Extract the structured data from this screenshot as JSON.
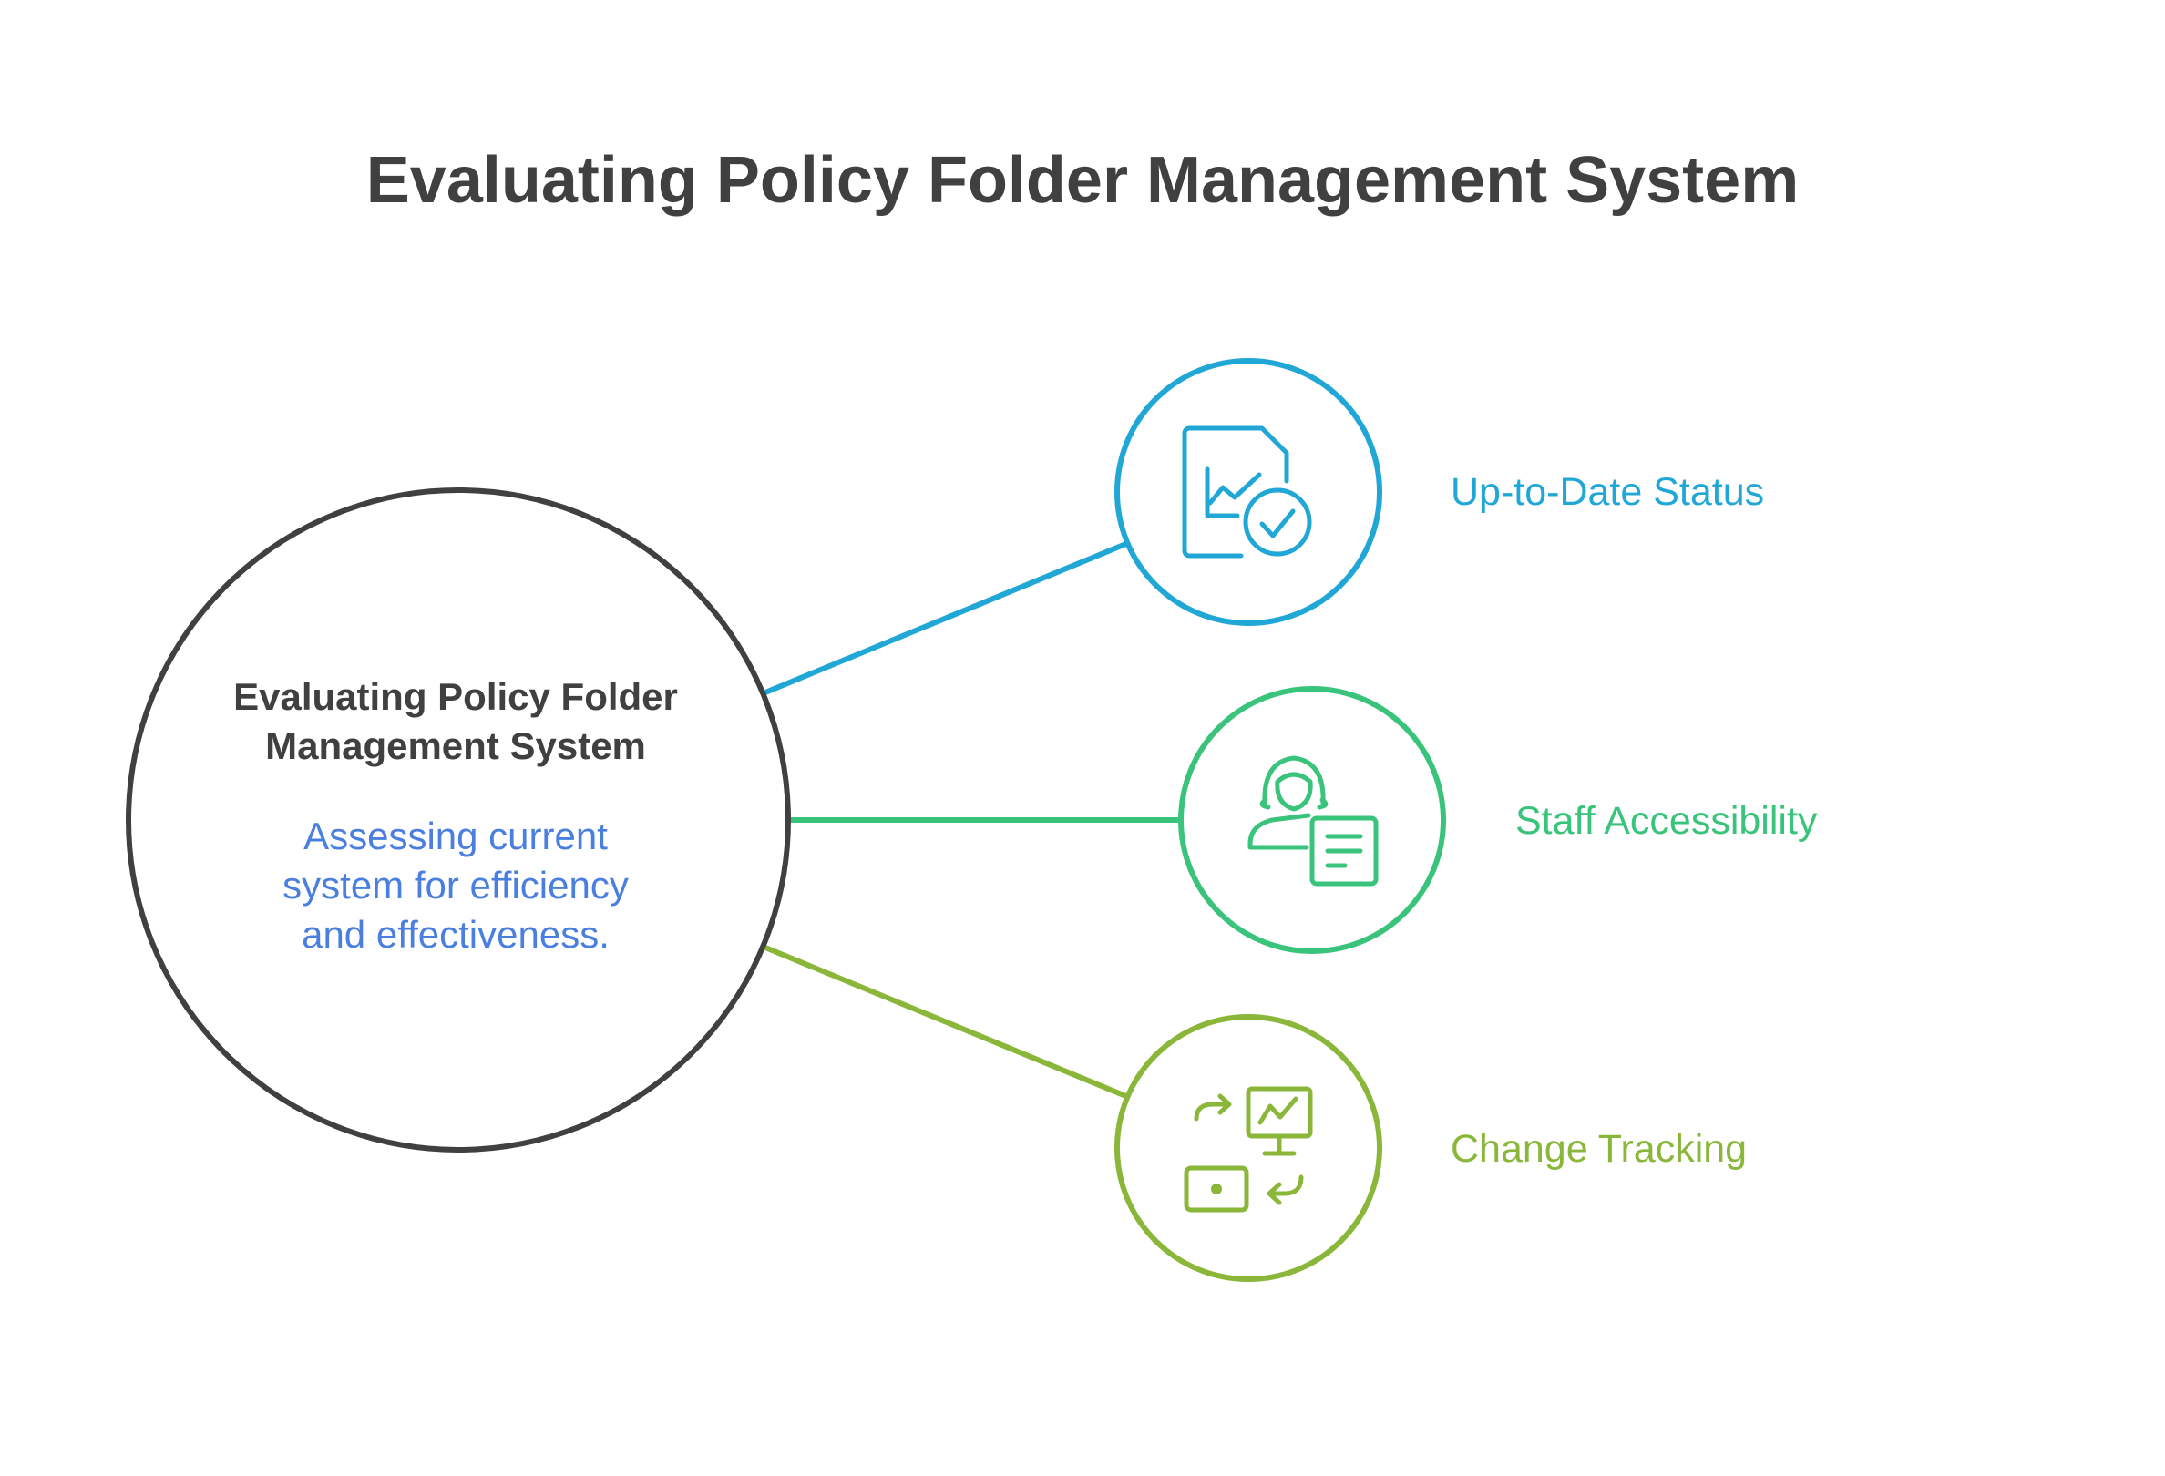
{
  "title": "Evaluating Policy Folder Management System",
  "center": {
    "title_lines": [
      "Evaluating Policy Folder",
      "Management System"
    ],
    "description_lines": [
      "Assessing current",
      "system for efficiency",
      "and effectiveness."
    ],
    "title_color": "#404040",
    "description_color": "#4a7fe0",
    "stroke_color": "#404040"
  },
  "branches": [
    {
      "label": "Up-to-Date Status",
      "color": "#20a7d6",
      "icon": "document-chart-check-icon"
    },
    {
      "label": "Staff Accessibility",
      "color": "#3ac37b",
      "icon": "person-document-icon"
    },
    {
      "label": "Change Tracking",
      "color": "#8ab73a",
      "icon": "monitor-exchange-icon"
    }
  ]
}
